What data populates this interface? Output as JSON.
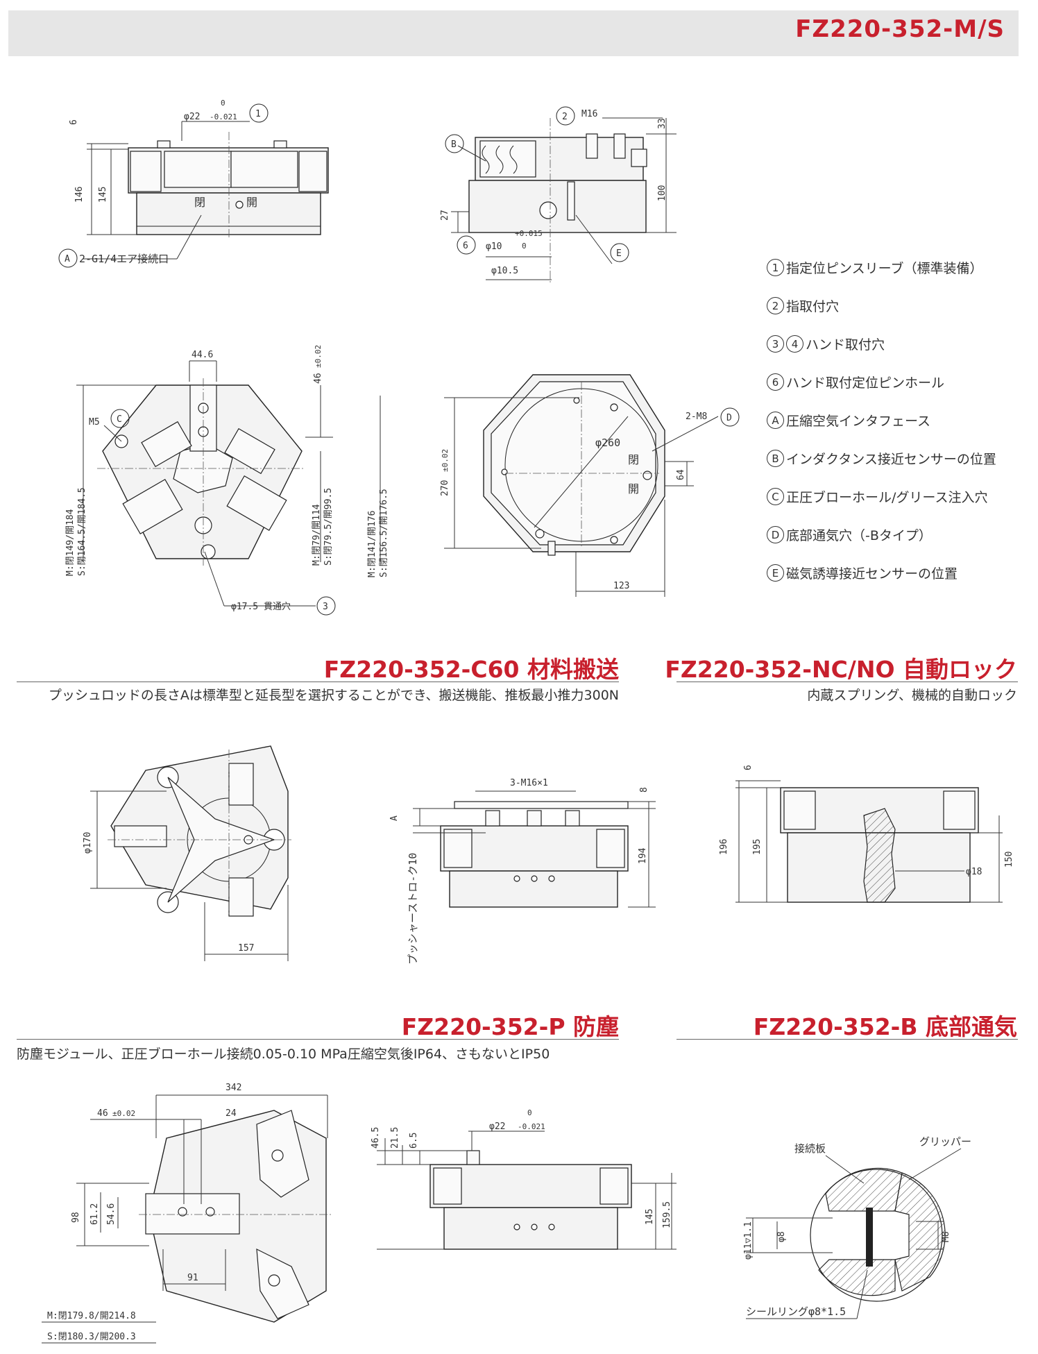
{
  "header": {
    "model": "FZ220-352-M/S"
  },
  "legend": [
    {
      "marks": [
        "1"
      ],
      "text": "指定位ピンスリーブ（標準装備）"
    },
    {
      "marks": [
        "2"
      ],
      "text": "指取付穴"
    },
    {
      "marks": [
        "3",
        "4"
      ],
      "text": "ハンド取付穴"
    },
    {
      "marks": [
        "6"
      ],
      "text": "ハンド取付定位ピンホール"
    },
    {
      "marks": [
        "A"
      ],
      "text": "圧縮空気インタフェース"
    },
    {
      "marks": [
        "B"
      ],
      "text": "インダクタンス接近センサーの位置"
    },
    {
      "marks": [
        "C"
      ],
      "text": "正圧ブローホール/グリース注入穴"
    },
    {
      "marks": [
        "D"
      ],
      "text": "底部通気穴（-Bタイプ）"
    },
    {
      "marks": [
        "E"
      ],
      "text": "磁気誘導接近センサーの位置"
    }
  ],
  "sections": {
    "c60": {
      "title": "FZ220-352-C60 材料搬送",
      "desc": "プッシュロッドの長さAは標準型と延長型を選択することができ、搬送機能、推板最小推力300N"
    },
    "nc": {
      "title": "FZ220-352-NC/NO 自動ロック",
      "desc": "内蔵スプリング、機械的自動ロック"
    },
    "p": {
      "title": "FZ220-352-P 防塵",
      "desc": "防塵モジュール、正圧ブローホール接続0.05-0.10 MPa圧縮空気後IP64、さもないとIP50"
    },
    "b": {
      "title": "FZ220-352-B 底部通気",
      "desc": ""
    }
  },
  "dims": {
    "front": {
      "d6": "6",
      "d146": "146",
      "d145": "145",
      "pin_dia": "φ22",
      "pin_tol_top": "0",
      "pin_tol_bot": "-0.021",
      "mark1": "1",
      "markA": "A",
      "air_port": "2-G1/4エア接続口",
      "close": "閉",
      "open": "開"
    },
    "side": {
      "m16": "M16",
      "mark2": "2",
      "markB": "B",
      "d33": "33",
      "d100": "100",
      "d27": "27",
      "mark6": "6",
      "pin_hole": "φ10",
      "tol_top": "+0.015",
      "tol_bot": "0",
      "d10_5": "φ10.5",
      "markE": "E"
    },
    "top": {
      "d44_6": "44.6",
      "d46": "46",
      "d46_tol": "±0.02",
      "m5": "M5",
      "markC": "C",
      "left_label": "M:閉149/開184",
      "left_label2": "S:閉164.5/開184.5",
      "mid_label": "M:閉79/開114",
      "mid_label2": "S:閉79.5/開99.5",
      "right_label": "M:閉141/開176",
      "right_label2": "S:閉156.5/開176.5",
      "through": "φ17.5 貫通穴",
      "mark3": "3"
    },
    "bottom": {
      "d270": "270",
      "d270_tol": "±0.02",
      "d260": "φ260",
      "m8": "2-M8",
      "markD": "D",
      "d64": "64",
      "d123": "123",
      "close": "閉",
      "open": "開"
    },
    "c60": {
      "d170": "φ170",
      "d157": "157",
      "m16x1": "3-M16×1",
      "d8": "8",
      "dA": "A",
      "d194": "194",
      "stroke": "プッシャーストロ-ク10"
    },
    "nc": {
      "d6": "6",
      "d196": "196",
      "d195": "195",
      "d150": "150",
      "d18": "φ18"
    },
    "p": {
      "d342": "342",
      "d46": "46",
      "d46_tol": "±0.02",
      "d24": "24",
      "d98": "98",
      "d61_2": "61.2",
      "d54_6": "54.6",
      "d91": "91",
      "label_m": "M:閉179.8/開214.8",
      "label_s": "S:閉180.3/開200.3",
      "d46_5": "46.5",
      "d21_5": "21.5",
      "d6_5": "6.5",
      "pin_dia": "φ22",
      "pin_tol_top": "0",
      "pin_tol_bot": "-0.021",
      "d145": "145",
      "d159_5": "159.5"
    },
    "b": {
      "plate": "接続板",
      "gripper": "グリッパー",
      "d11": "φ11▽1.1",
      "d8": "φ8",
      "m8": "M8",
      "seal": "シールリングφ8*1.5"
    }
  }
}
